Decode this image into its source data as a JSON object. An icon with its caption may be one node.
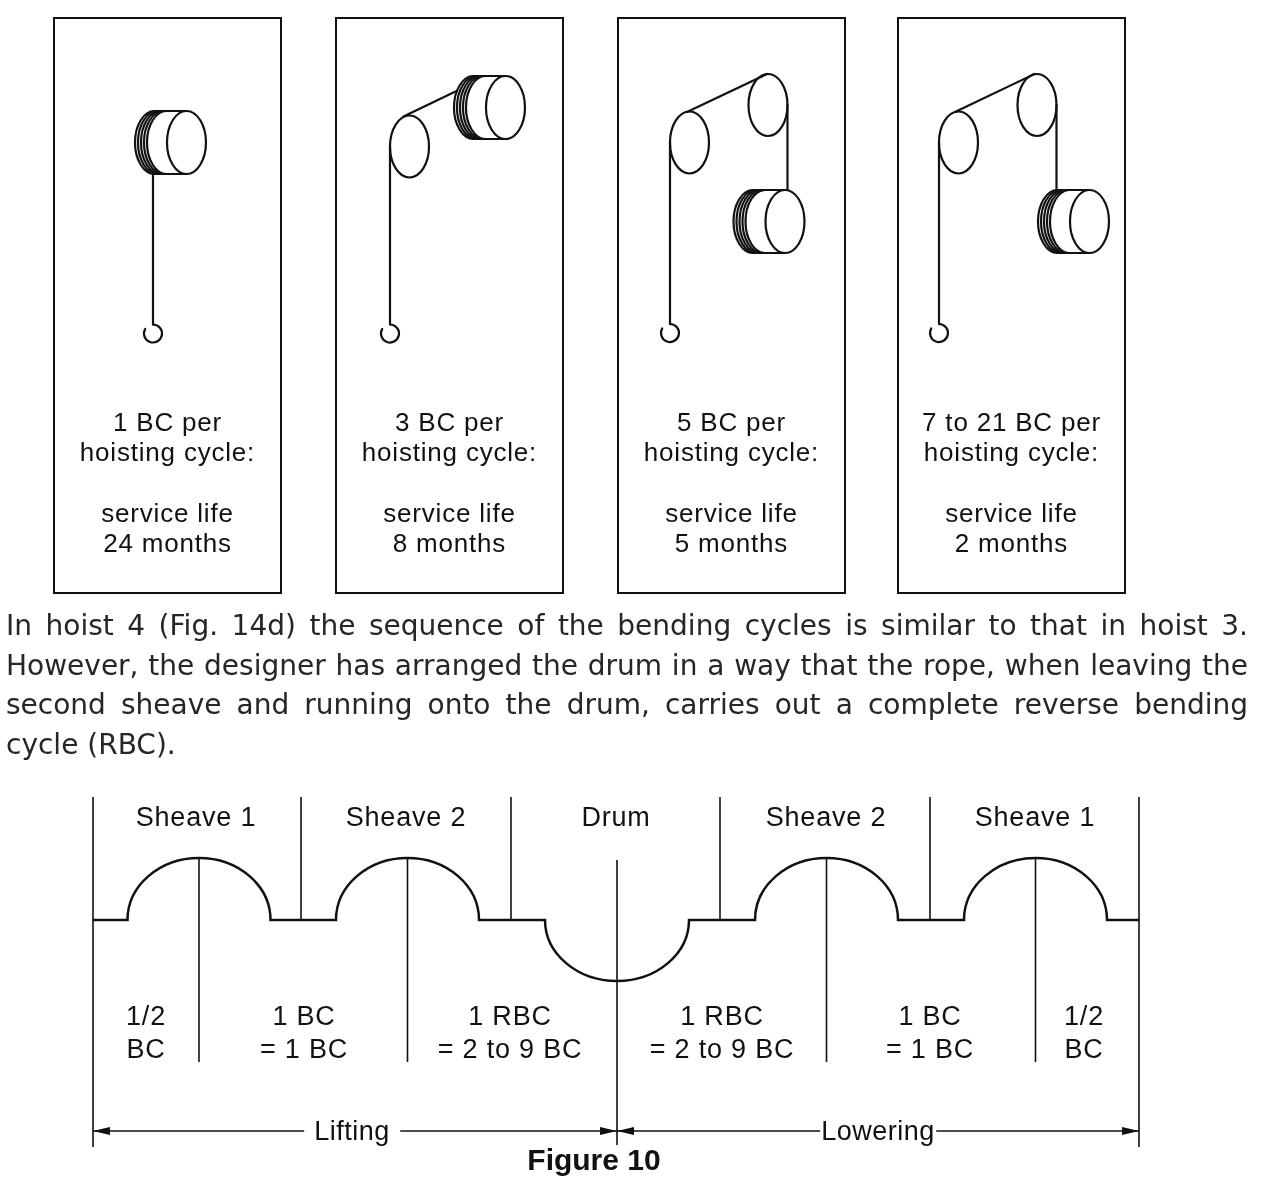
{
  "diagram": {
    "caption": "Figure 10",
    "nodes": [
      {
        "text": [
          "1 BC per hoisting cycle:",
          "service life 24 months"
        ]
      },
      {
        "text": [
          "3 BC per hoisting cycle:",
          "service life 8 months"
        ]
      },
      {
        "text": [
          "5 BC per hoisting cycle:",
          "service life 5 months"
        ]
      },
      {
        "text": [
          "7 to 21 BC per hoisting cycle:",
          "service life 2 months"
        ]
      }
    ],
    "labels": [
      "In hoist 4 (Fig. 14d) the sequence of the bending cycles is similar to that in hoist 3. However, the designer has arranged the drum in a way that the rope, when leaving the second sheave and running onto the drum, carries out a complete reverse bending cycle (RBC).",
      "Sheave 1",
      "Sheave 2",
      "Drum",
      "Sheave 2",
      "Sheave 1",
      "1/2 BC",
      "1 BC = 1 BC",
      "1 RBC = 2 to 9 BC",
      "1 RBC = 2 to 9 BC",
      "1 BC = 1 BC",
      "1/2 BC",
      "Lifting",
      "Lowering"
    ]
  }
}
